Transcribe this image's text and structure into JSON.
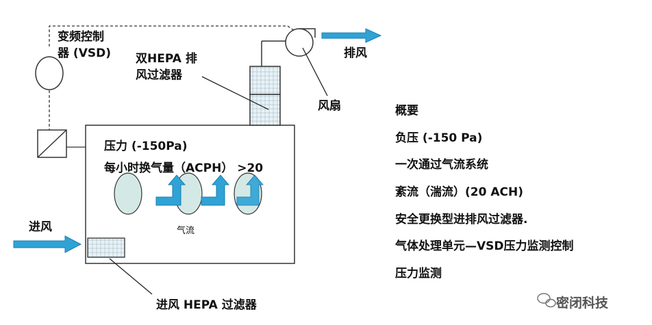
{
  "labels": {
    "vsd_line1": "变频控制",
    "vsd_line2": "器 (VSD)",
    "hepa_exhaust_line1": "双HEPA 排",
    "hepa_exhaust_line2": "风过滤器",
    "exhaust": "排风",
    "fan": "风扇",
    "pressure": "压力 (-150Pa)",
    "achp": "每小时换气量（ACPH） >20",
    "airflow": "气流",
    "intake": "进风",
    "intake_hepa": "进风 HEPA 过滤器"
  },
  "summary": {
    "title": "概要",
    "items": [
      "负压 (-150 Pa)",
      "一次通过气流系统",
      "紊流（湍流）(20 ACH)",
      "安全更换型进排风过滤器.",
      "气体处理单元—VSD压力监测控制",
      "压力监测"
    ]
  },
  "watermark": "密闭科技",
  "colors": {
    "arrow_fill": "#2fa3d6",
    "ellipse_fill": "#d4e9e6",
    "filter_fill": "#e6f1f5",
    "line": "#222222"
  }
}
